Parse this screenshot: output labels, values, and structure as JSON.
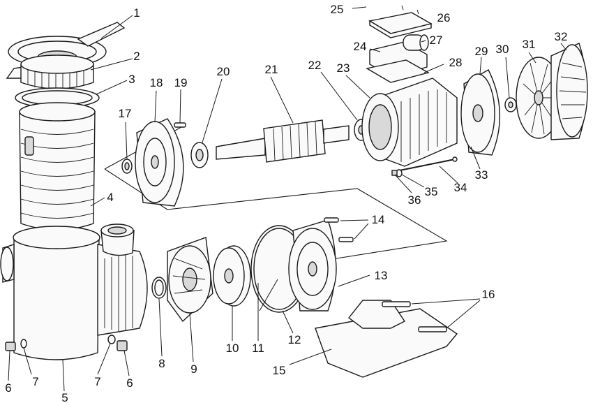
{
  "labels": {
    "p1": "1",
    "p2": "2",
    "p3": "3",
    "p4": "4",
    "p5": "5",
    "p6a": "6",
    "p6b": "6",
    "p7a": "7",
    "p7b": "7",
    "p8": "8",
    "p9": "9",
    "p10": "10",
    "p11": "11",
    "p12": "12",
    "p13": "13",
    "p14": "14",
    "p15": "15",
    "p16": "16",
    "p17": "17",
    "p18": "18",
    "p19": "19",
    "p20": "20",
    "p21": "21",
    "p22": "22",
    "p23": "23",
    "p24": "24",
    "p25": "25",
    "p26": "26",
    "p27": "27",
    "p28": "28",
    "p29": "29",
    "p30": "30",
    "p31": "31",
    "p32": "32",
    "p33": "33",
    "p34": "34",
    "p35": "35",
    "p36": "36"
  }
}
